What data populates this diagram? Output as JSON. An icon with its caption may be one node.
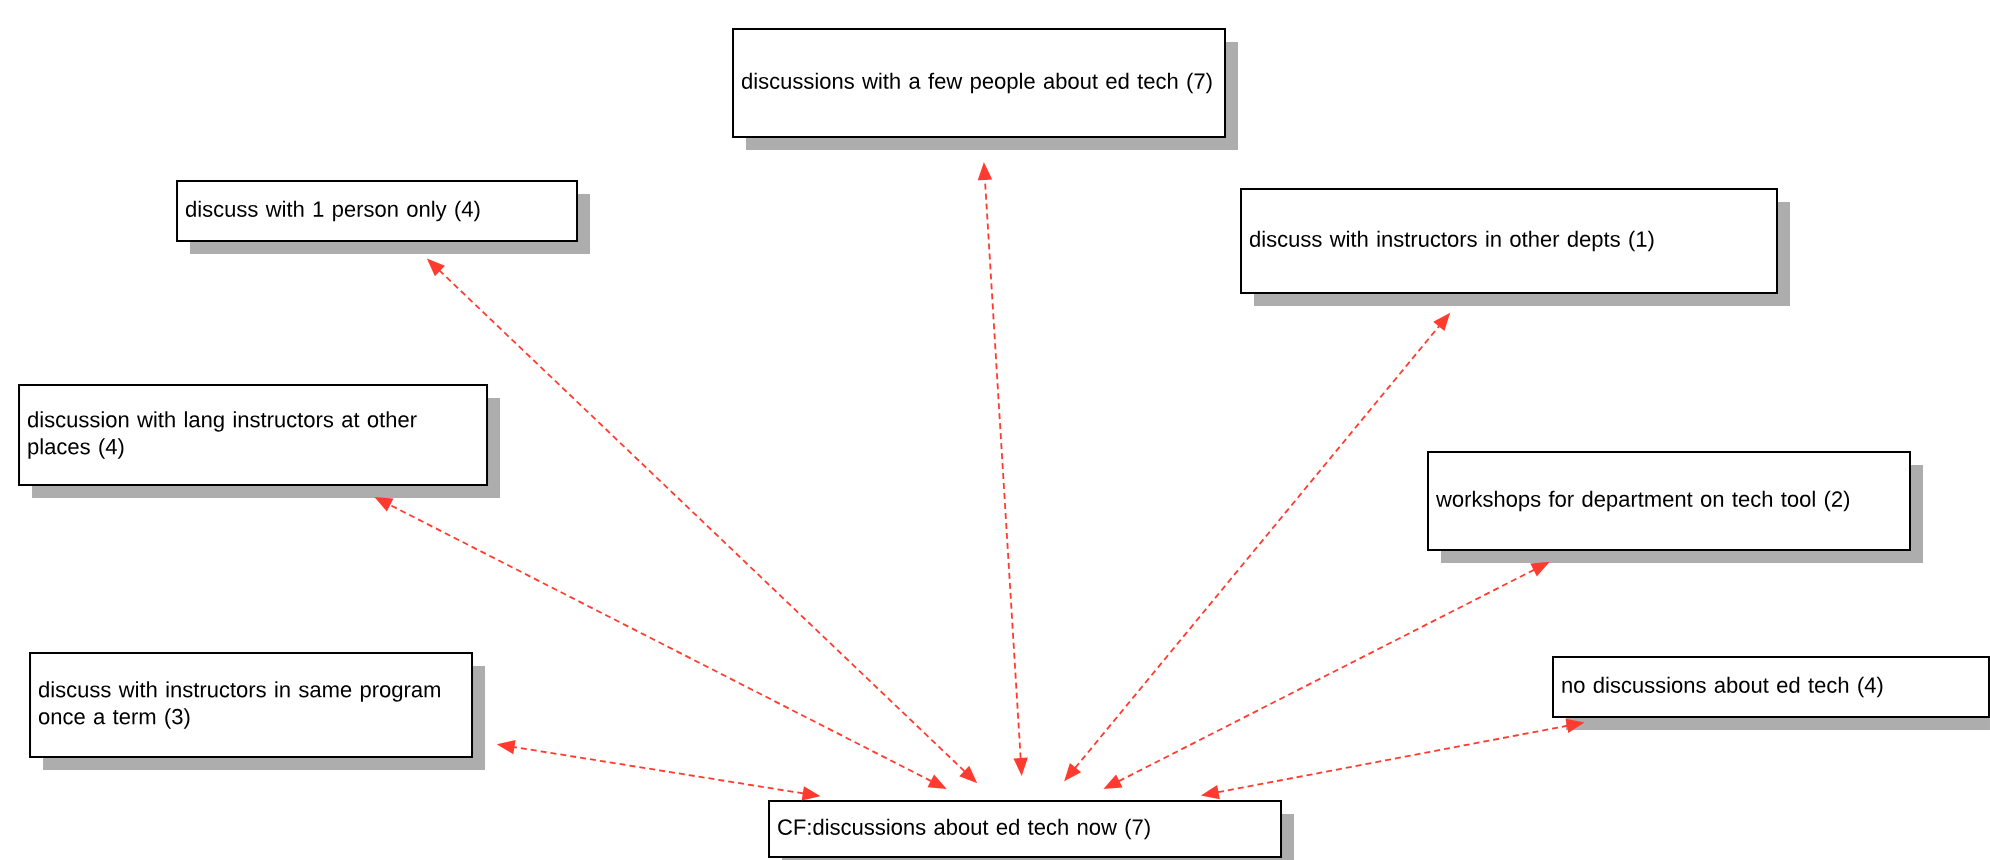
{
  "diagram": {
    "nodes": [
      {
        "text": [
          "discussions with a few people about ed tech (7)"
        ]
      },
      {
        "text": [
          "discuss with 1 person only (4)"
        ]
      },
      {
        "text": [
          "discuss with instructors in other depts (1)"
        ]
      },
      {
        "text": [
          "discussion with lang instructors at other places (4)"
        ]
      },
      {
        "text": [
          "workshops for department on tech tool (2)"
        ]
      },
      {
        "text": [
          "discuss with instructors in same program once a term (3)"
        ]
      },
      {
        "text": [
          "no discussions about ed tech (4)"
        ]
      },
      {
        "text": [
          "CF:discussions about ed tech now (7)"
        ]
      }
    ],
    "edges": [
      {
        "from": 7,
        "to": 0,
        "arrow": "both",
        "style": "dashed",
        "color": "#ff3b2f"
      },
      {
        "from": 7,
        "to": 1,
        "arrow": "both",
        "style": "dashed",
        "color": "#ff3b2f"
      },
      {
        "from": 7,
        "to": 2,
        "arrow": "both",
        "style": "dashed",
        "color": "#ff3b2f"
      },
      {
        "from": 7,
        "to": 3,
        "arrow": "both",
        "style": "dashed",
        "color": "#ff3b2f"
      },
      {
        "from": 7,
        "to": 4,
        "arrow": "both",
        "style": "dashed",
        "color": "#ff3b2f"
      },
      {
        "from": 7,
        "to": 5,
        "arrow": "both",
        "style": "dashed",
        "color": "#ff3b2f"
      },
      {
        "from": 7,
        "to": 6,
        "arrow": "both",
        "style": "dashed",
        "color": "#ff3b2f"
      }
    ]
  }
}
